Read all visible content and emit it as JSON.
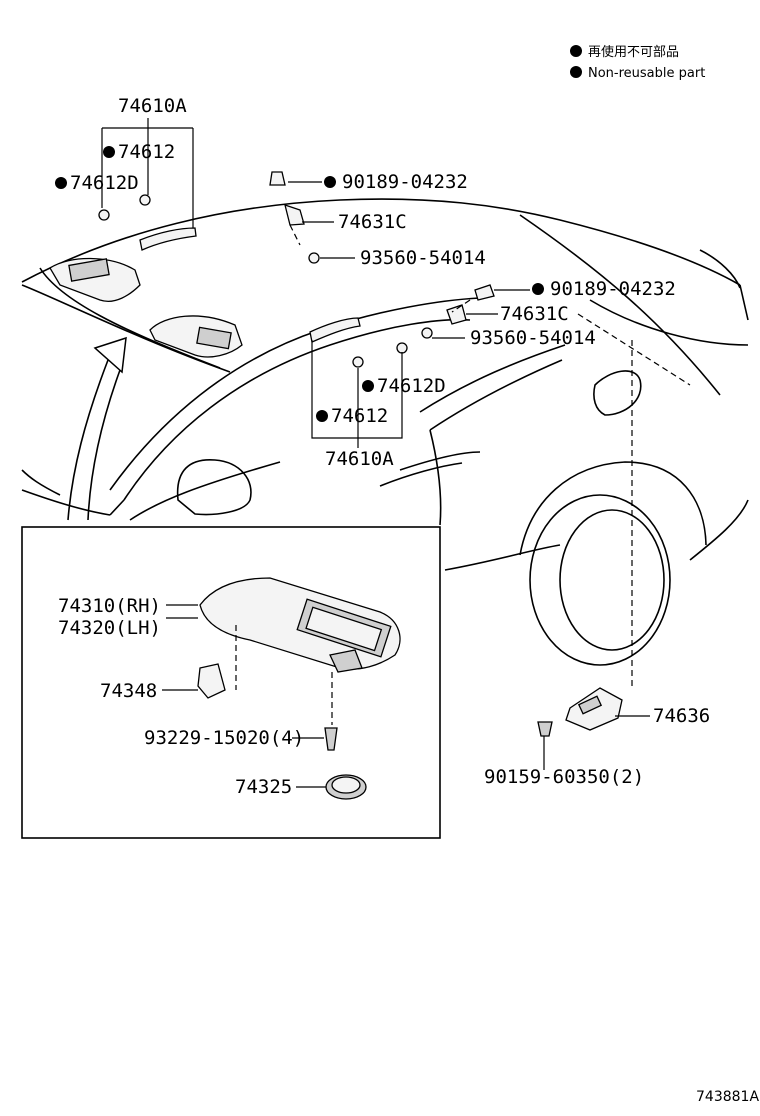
{
  "legend": {
    "jp": "再使用不可部品",
    "en": "Non-reusable part"
  },
  "callouts": {
    "c1_74610A": "74610A",
    "c1_74612": "74612",
    "c1_74612D": "74612D",
    "c1_clip": "90189-04232",
    "c1_cover": "74631C",
    "c1_screw": "93560-54014",
    "c2_clip": "90189-04232",
    "c2_cover": "74631C",
    "c2_screw": "93560-54014",
    "c2_74612D": "74612D",
    "c2_74612": "74612",
    "c2_74610A": "74610A",
    "visor_rh": "74310(RH)",
    "visor_lh": "74320(LH)",
    "holder": "74348",
    "visor_screw": "93229-15020(4)",
    "cap": "74325",
    "holder_74636": "74636",
    "holder_screw": "90159-60350(2)"
  },
  "diagram_code": "743881A"
}
